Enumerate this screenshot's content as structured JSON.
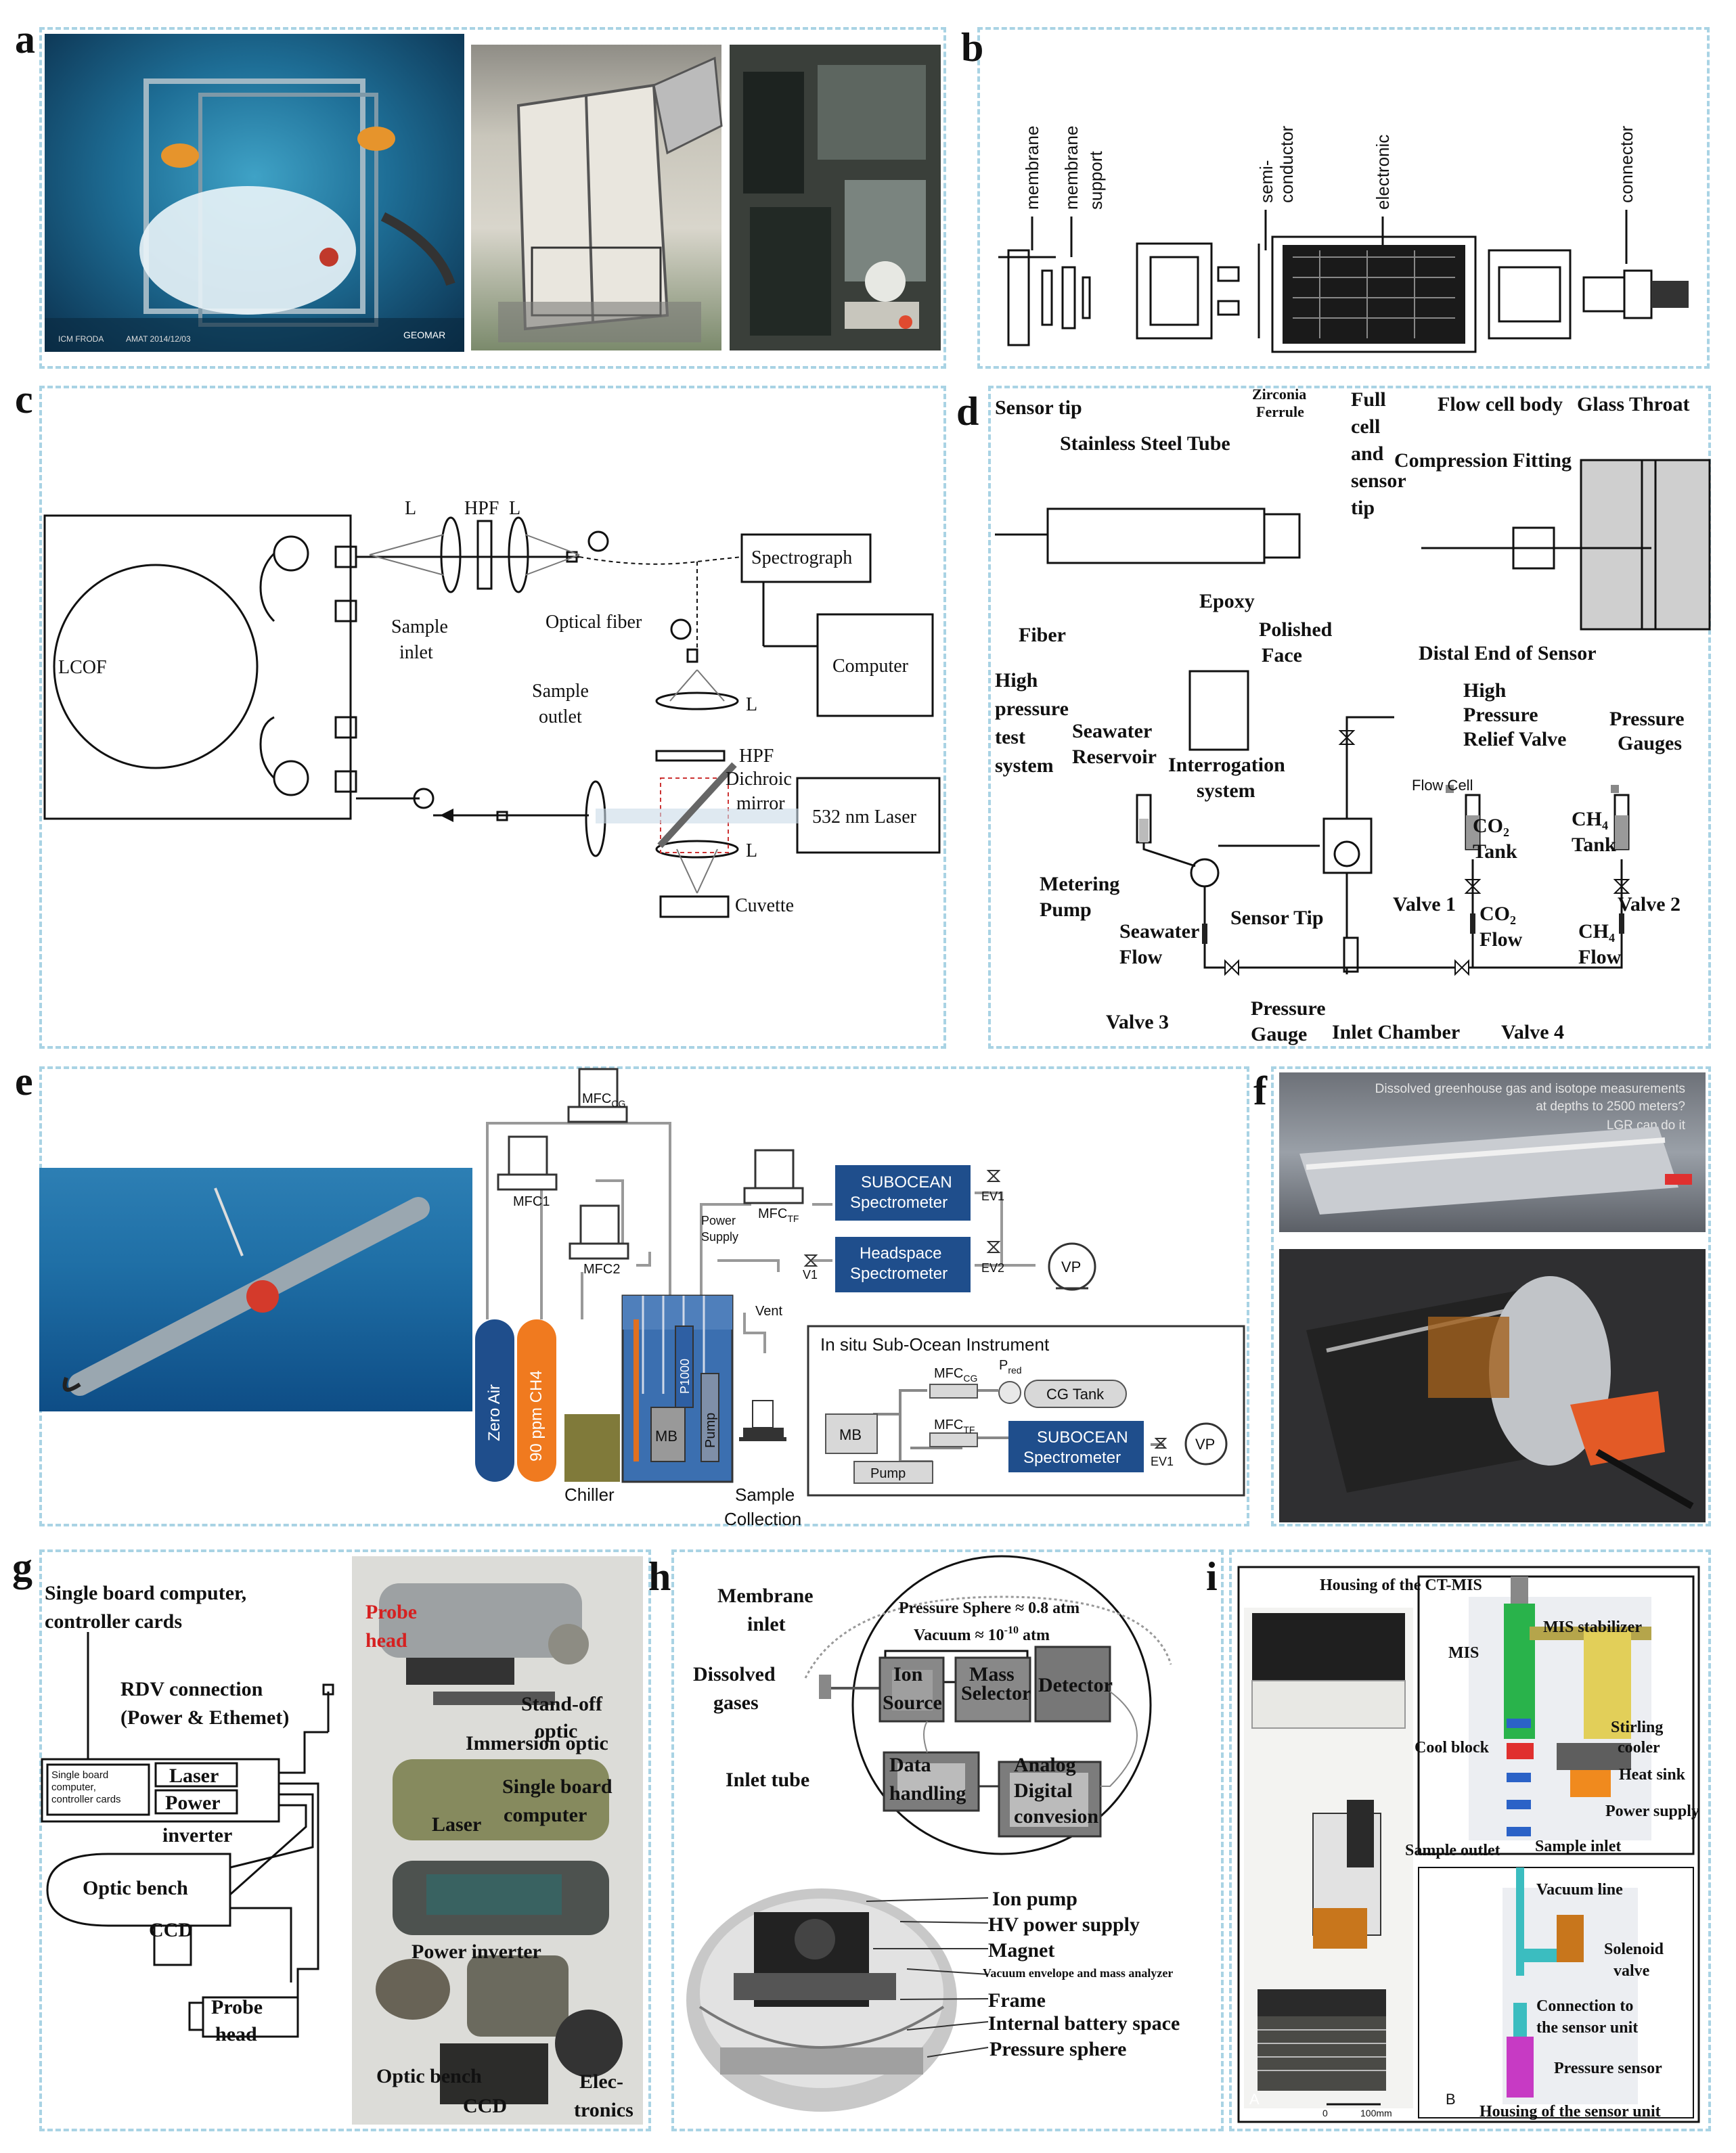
{
  "panels": {
    "a": {
      "label": "a",
      "photo1_credit_left": "ICM FRODA",
      "photo1_credit_mid": "AMAT 2014/12/03",
      "photo1_logo": "GEOMAR"
    },
    "b": {
      "label": "b",
      "parts": [
        "membrane",
        "membrane support",
        "semi-conductor",
        "electronic",
        "connector"
      ]
    },
    "c": {
      "label": "c",
      "labels": {
        "lcof": "LCOF",
        "l1": "L",
        "hpf1": "HPF",
        "l2": "L",
        "sample_inlet": "Sample\ninlet",
        "sample_outlet": "Sample\noutlet",
        "optical_fiber": "Optical fiber",
        "spectrograph": "Spectrograph",
        "computer": "Computer",
        "l3": "L",
        "hpf2": "HPF",
        "dichroic": "Dichroic\nmirror",
        "laser": "532 nm Laser",
        "l4": "L",
        "cuvette": "Cuvette"
      }
    },
    "d": {
      "label": "d",
      "labels": {
        "sensor_tip": "Sensor tip",
        "zirconia": "Zirconia\nFerrule",
        "stainless": "Stainless Steel Tube",
        "full_cell": "Full\ncell\nand\nsensor\ntip",
        "flow_cell_body": "Flow cell body",
        "glass_throat": "Glass Throat",
        "compression": "Compression Fitting",
        "fiber": "Fiber",
        "epoxy": "Epoxy",
        "polished": "Polished\nFace",
        "distal": "Distal End of Sensor",
        "hp_test": "High\npressure\ntest\nsystem",
        "seawater_res": "Seawater\nReservoir",
        "interrogation": "Interrogation\nsystem",
        "relief": "High\nPressure\nRelief Valve",
        "gauges": "Pressure\nGauges",
        "flowcell": "Flow Cell",
        "co2_tank": "CO2\nTank",
        "ch4_tank": "CH4\nTank",
        "metering": "Metering\nPump",
        "sensor_tip2": "Sensor Tip",
        "valve1": "Valve 1",
        "valve2": "Valve 2",
        "co2_flow": "CO2\nFlow",
        "ch4_flow": "CH4\nFlow",
        "seawater_flow": "Seawater\nFlow",
        "valve3": "Valve 3",
        "pressure_gauge": "Pressure\nGauge",
        "inlet_chamber": "Inlet Chamber",
        "valve4": "Valve 4"
      }
    },
    "e": {
      "label": "e",
      "labels": {
        "mfc_cg": "MFC",
        "mfc_cg_sub": "CG",
        "mfc1": "MFC1",
        "mfc2": "MFC2",
        "mfc_tf": "MFC",
        "mfc_tf_sub": "TF",
        "power_supply": "Power\nSupply",
        "subocean": "SUBOCEAN\nSpectrometer",
        "headspace": "Headspace\nSpectrometer",
        "ev1": "EV1",
        "ev2": "EV2",
        "v1": "V1",
        "vp": "VP",
        "vent": "Vent",
        "zero_air": "Zero Air",
        "ppm_ch4": "90 ppm CH4",
        "chiller": "Chiller",
        "mb": "MB",
        "pump": "Pump",
        "p1000": "P1000",
        "sample_collection": "Sample\nCollection",
        "insitu_title": "In situ Sub-Ocean Instrument",
        "insitu_mfccg": "MFC",
        "insitu_pred": "P",
        "insitu_pred_sub": "red",
        "cg_tank": "CG Tank",
        "insitu_mb": "MB",
        "insitu_mfctf": "MFC",
        "insitu_pump": "Pump",
        "insitu_subocean": "SUBOCEAN\nSpectrometer",
        "insitu_ev1": "EV1",
        "insitu_vp": "VP"
      }
    },
    "f": {
      "label": "f",
      "caption_line1": "Dissolved greenhouse gas and isotope measurements",
      "caption_line2": "at depths to 2500 meters?",
      "caption_line3": "LGR can do it"
    },
    "g": {
      "label": "g",
      "labels": {
        "sbc": "Single board computer,\ncontroller cards",
        "rdv": "RDV connection\n(Power & Ethemet)",
        "sbc_small": "Single board\ncomputer,\ncontroller cards",
        "laser": "Laser",
        "power": "Power",
        "inverter": "inverter",
        "optic_bench": "Optic bench",
        "ccd": "CCD",
        "probe_head": "Probe\nhead",
        "photo_probe": "Probe\nhead",
        "standoff": "Stand-off\noptic",
        "immersion": "Immersion optic",
        "photo_sbc": "Single board\ncomputer",
        "photo_laser": "Laser",
        "photo_power": "Power inverter",
        "photo_optic": "Optic bench",
        "photo_ccd": "CCD",
        "photo_elec": "Elec-\ntronics"
      }
    },
    "h": {
      "label": "h",
      "labels": {
        "membrane_inlet": "Membrane\ninlet",
        "pressure_sphere_atm": "Pressure Sphere ≈ 0.8 atm",
        "vacuum": "Vacuum ≈ 10",
        "vacuum_exp": "-10",
        "vacuum_unit": " atm",
        "dissolved": "Dissolved\ngases",
        "ion_source": "Ion\nSource",
        "mass_selector": "Mass\nSelector",
        "detector": "Detector",
        "inlet_tube": "Inlet tube",
        "data_handling": "Data\nhandling",
        "adc": "Analog\nDigital\nconvesion",
        "ion_pump": "Ion pump",
        "hv": "HV power supply",
        "magnet": "Magnet",
        "vac_env": "Vacuum envelope and mass analyzer",
        "frame": "Frame",
        "battery": "Internal battery space",
        "pressure_sphere": "Pressure sphere"
      }
    },
    "i": {
      "label": "i",
      "labels": {
        "housing_ct": "Housing of the CT-MIS",
        "mis_stab": "MIS stabilizer",
        "mis": "MIS",
        "stirling": "Stirling\ncooler",
        "cool_block": "Cool block",
        "heat_sink": "Heat sink",
        "power_supply": "Power supply",
        "sample_outlet": "Sample outlet",
        "sample_inlet": "Sample inlet",
        "vacuum_line": "Vacuum line",
        "solenoid": "Solenoid\nvalve",
        "connection": "Connection to\nthe sensor unit",
        "pressure_sensor": "Pressure sensor",
        "housing_sensor": "Housing of the sensor unit",
        "a": "A",
        "b": "B",
        "scale": "100mm",
        "zero": "0"
      }
    }
  }
}
